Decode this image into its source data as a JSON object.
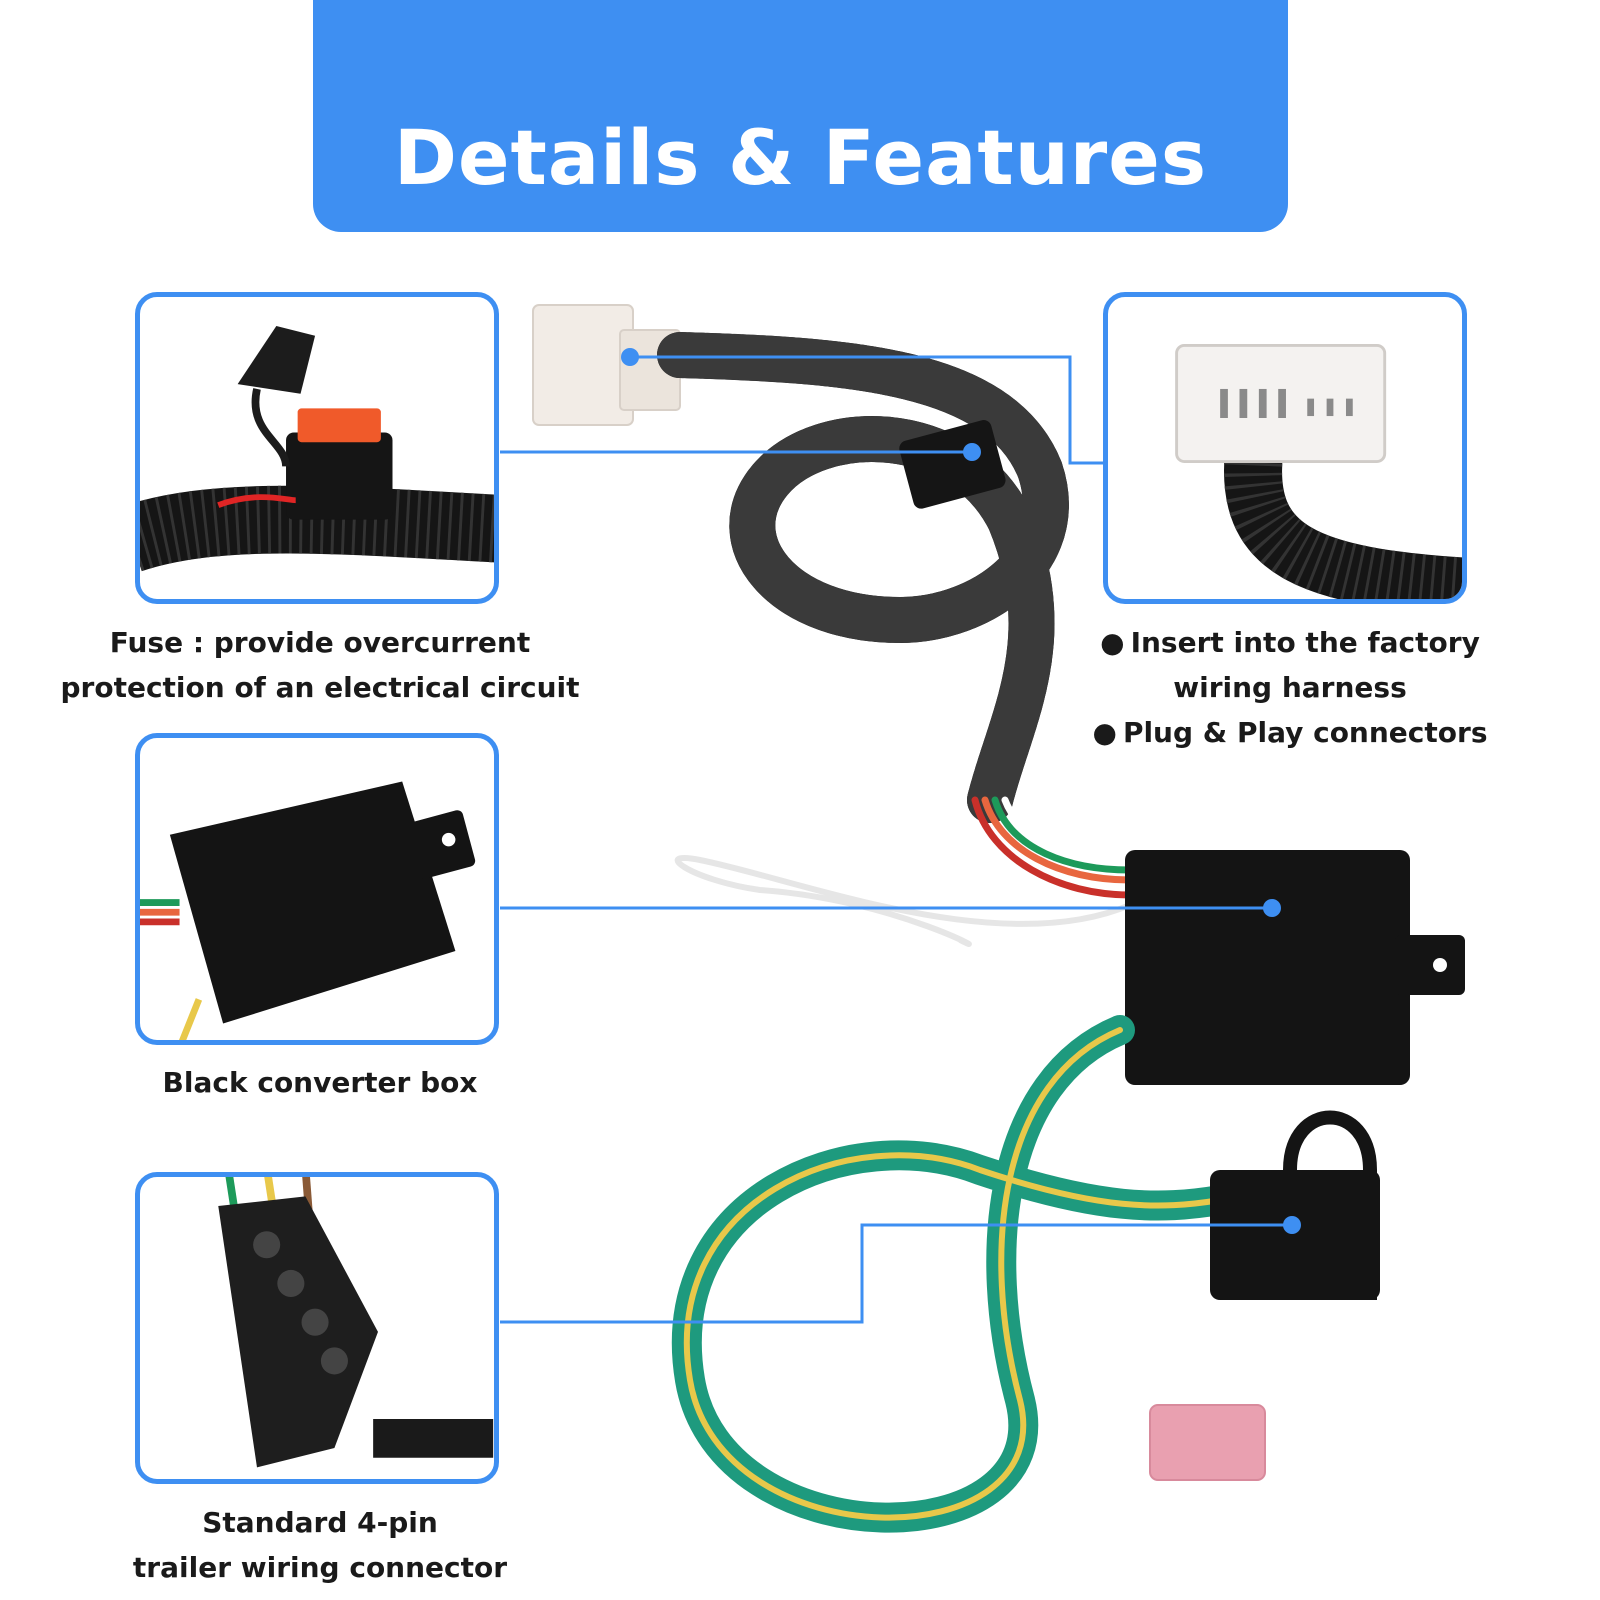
{
  "banner": {
    "title": "Details & Features",
    "color": "#3e8ff2"
  },
  "colors": {
    "panel_border": "#3e8ff2",
    "callout_line": "#3e8ff2"
  },
  "callouts": [
    {
      "id": "fuse",
      "lines": [
        "Fuse : provide overcurrent",
        "protection of an electrical circuit"
      ]
    },
    {
      "id": "factory-connector",
      "bullets": [
        "Insert into the factory",
        "wiring harness",
        "Plug & Play connectors"
      ]
    },
    {
      "id": "converter-box",
      "lines": [
        "Black converter box"
      ]
    },
    {
      "id": "trailer-connector",
      "lines": [
        "Standard 4-pin",
        "trailer wiring connector"
      ]
    }
  ]
}
